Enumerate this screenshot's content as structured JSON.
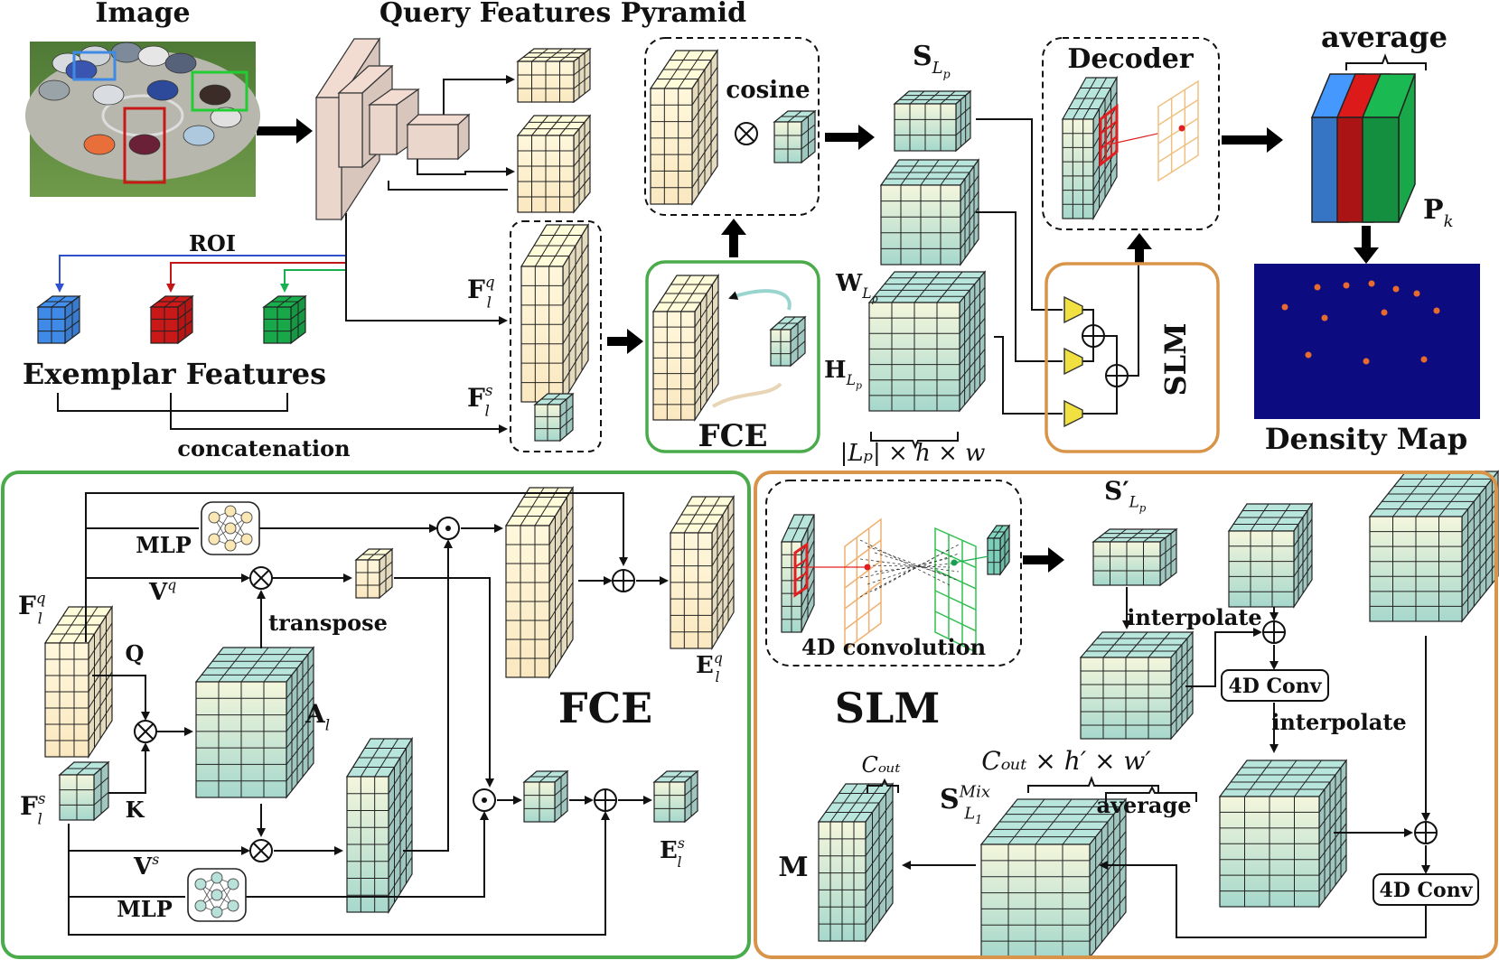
{
  "labels": {
    "image": "Image",
    "pyramid": "Query Features Pyramid",
    "roi": "ROI",
    "exemplar": "Exemplar Features",
    "concat": "concatenation",
    "cosine": "cosine",
    "fce_top": "FCE",
    "decoder": "Decoder",
    "slm_top": "SLM",
    "average_top": "average",
    "density": "Density Map",
    "mlp1": "MLP",
    "mlp2": "MLP",
    "transpose": "transpose",
    "fce_big": "FCE",
    "slm_big": "SLM",
    "conv4d": "4D convolution",
    "interp1": "interpolate",
    "interp2": "interpolate",
    "conv_box1": "4D Conv",
    "conv_box2": "4D Conv",
    "average_bot": "average",
    "m": "M",
    "q": "Q",
    "k": "K"
  },
  "math": {
    "s_lp": {
      "base": "S",
      "sub": "L",
      "subsub": "p"
    },
    "fq": {
      "base": "F",
      "sup": "q",
      "sub": "l"
    },
    "fs": {
      "base": "F",
      "sup": "s",
      "sub": "l"
    },
    "w_lp": {
      "base": "W",
      "sub": "L",
      "subsub": "p"
    },
    "h_lp": {
      "base": "H",
      "sub": "L",
      "subsub": "p"
    },
    "size": "|L_p| × h × w",
    "pk": {
      "base": "P",
      "sub": "k"
    },
    "vq": {
      "base": "V",
      "sup": "q"
    },
    "vs": {
      "base": "V",
      "sup": "s"
    },
    "al": {
      "base": "A",
      "sub": "l"
    },
    "eq": {
      "base": "E",
      "sup": "q",
      "sub": "l"
    },
    "es": {
      "base": "E",
      "sup": "s",
      "sub": "l"
    },
    "s_prime": {
      "base": "S′",
      "sub": "L",
      "subsub": "p"
    },
    "s_mix": {
      "base": "S",
      "sup": "Mix",
      "sub": "L",
      "subsub": "1"
    },
    "cout": "C_out",
    "cout_hw": "C_out × h′ × w′"
  },
  "colors": {
    "cream": "#fdf2d2",
    "teal": "#b2ddd4",
    "pinkish": "#ebd6cc",
    "blue": "#3f8ae6",
    "red": "#c81818",
    "green": "#18a84a",
    "fce_border": "#4aab4a",
    "slm_border": "#d8954a",
    "density_bg": "#0c0c80",
    "density_dot": "#e86a2c",
    "yellow_tri": "#f0e040"
  }
}
